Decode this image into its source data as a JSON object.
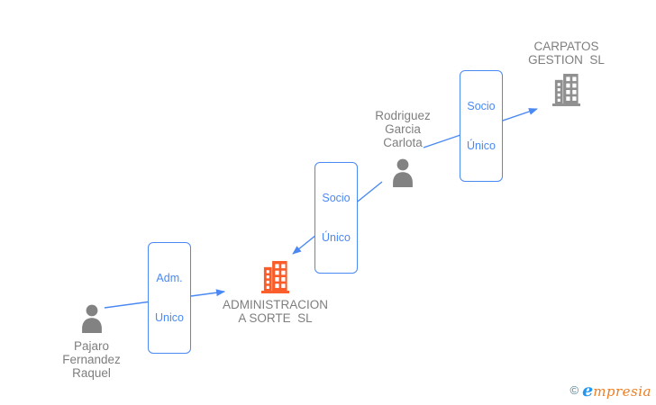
{
  "colors": {
    "edge_blue": "#4a89f3",
    "person_gray": "#828282",
    "building_gray": "#8f8f8f",
    "building_orange": "#fa5b28",
    "label_gray": "#7e7e7e",
    "logo_copyright_teal": "#4f7f91",
    "logo_e_blue": "#2196f3",
    "logo_text_orange": "#ef7d22"
  },
  "nodes": {
    "carpatos": {
      "line1": "CARPATOS",
      "line2": "GESTION  SL",
      "type": "company",
      "icon_color": "#8f8f8f"
    },
    "rodriguez": {
      "line1": "Rodriguez",
      "line2": "Garcia",
      "line3": "Carlota",
      "type": "person",
      "icon_color": "#828282"
    },
    "administracion": {
      "line1": "ADMINISTRACION",
      "line2": "A SORTE  SL",
      "type": "company",
      "icon_color": "#fa5b28"
    },
    "pajaro": {
      "line1": "Pajaro",
      "line2": "Fernandez",
      "line3": "Raquel",
      "type": "person",
      "icon_color": "#828282"
    }
  },
  "edges": {
    "socio_unico_1": {
      "line1": "Socio",
      "line2": "Único",
      "from": "Rodriguez Garcia Carlota",
      "to": "CARPATOS GESTION SL"
    },
    "socio_unico_2": {
      "line1": "Socio",
      "line2": "Único",
      "from": "Rodriguez Garcia Carlota",
      "to": "ADMINISTRACION A SORTE SL"
    },
    "adm_unico": {
      "line1": "Adm.",
      "line2": "Unico",
      "from": "Pajaro Fernandez Raquel",
      "to": "ADMINISTRACION A SORTE SL"
    }
  },
  "watermark": {
    "copyright": "©",
    "brand_initial": "e",
    "brand_rest": "mpresia"
  }
}
